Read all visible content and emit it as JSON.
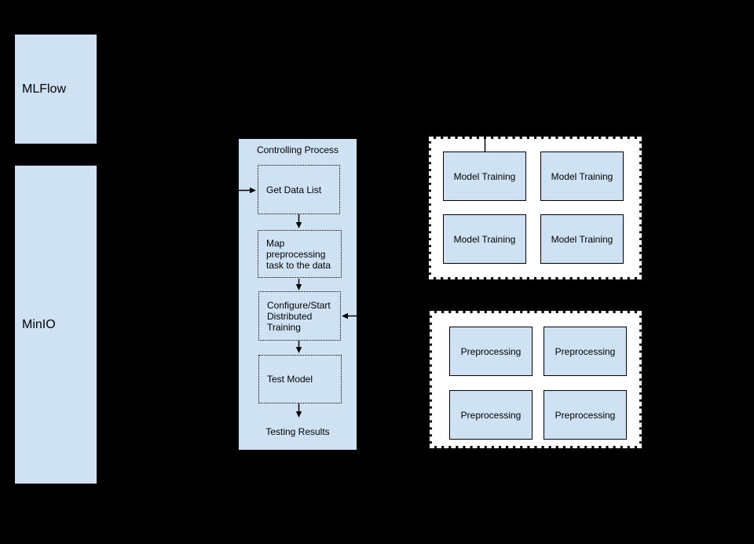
{
  "canvas": {
    "background": "#000000"
  },
  "palette": {
    "node_fill": "#cfe2f3",
    "node_border": "#000000",
    "cluster_fill": "#ffffff",
    "connector": "#000000",
    "text": "#000000"
  },
  "storage": {
    "mlflow_label": "MLFlow",
    "minio_label": "MinIO"
  },
  "controlling_process": {
    "title": "Controlling Process",
    "steps": {
      "get_data_list": "Get Data List",
      "map_preprocessing": "Map preprocessing task to the data",
      "configure_training": "Configure/Start Distributed Training",
      "test_model": "Test Model"
    },
    "result_label": "Testing Results"
  },
  "training_cluster": {
    "boxes": [
      "Model Training",
      "Model Training",
      "Model Training",
      "Model Training"
    ]
  },
  "preprocessing_cluster": {
    "boxes": [
      "Preprocessing",
      "Preprocessing",
      "Preprocessing",
      "Preprocessing"
    ]
  }
}
